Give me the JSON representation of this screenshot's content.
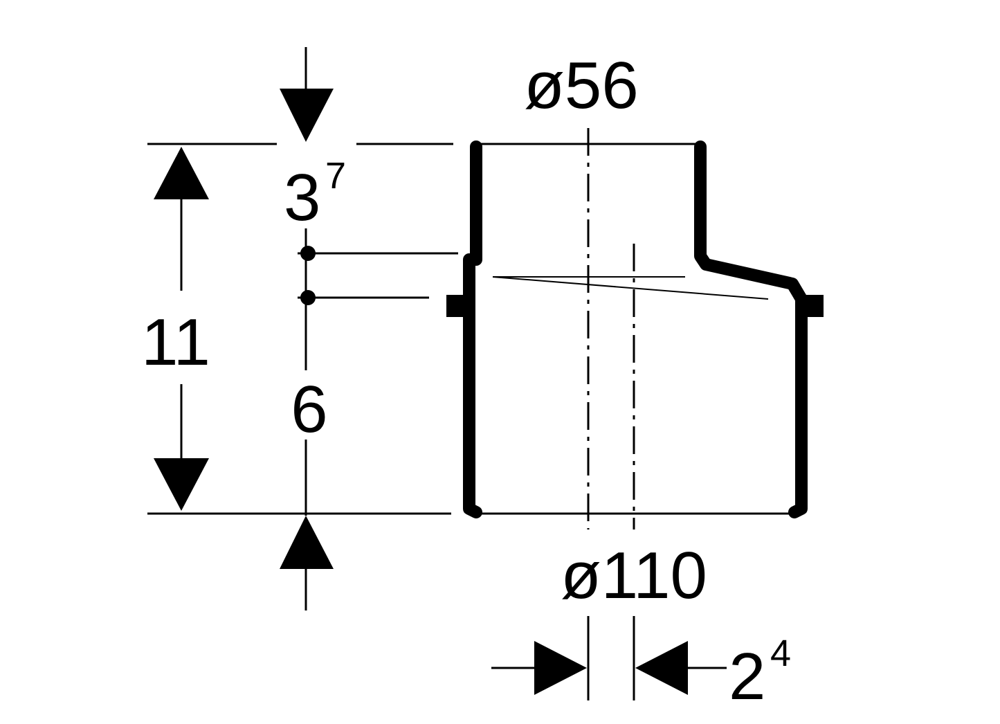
{
  "diagram": {
    "dimensions": {
      "total_height": "11",
      "upper_offset": {
        "base": "3",
        "sup": "7"
      },
      "lower_height": "6",
      "small_diameter": "ø56",
      "large_diameter": "ø110",
      "eccentric_offset": {
        "base": "2",
        "sup": "4"
      }
    },
    "colors": {
      "line": "#000000",
      "background": "#ffffff"
    }
  }
}
